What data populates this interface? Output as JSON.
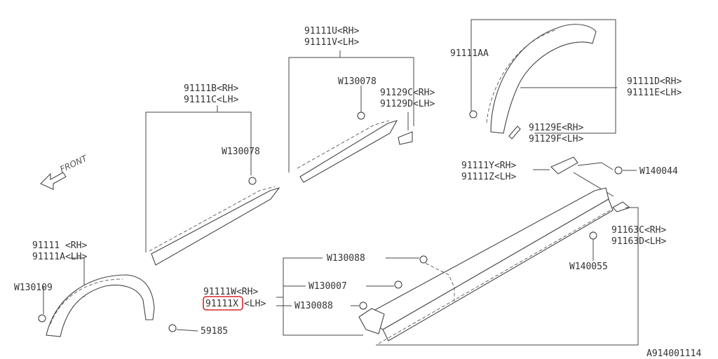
{
  "labels": {
    "p91111U": "91111U<RH>",
    "p91111V": "91111V<LH>",
    "p91111AA": "91111AA",
    "p91111D": "91111D<RH>",
    "p91111E": "91111E<LH>",
    "w130078_top": "W130078",
    "p91129C": "91129C<RH>",
    "p91129D": "91129D<LH>",
    "p91111B": "91111B<RH>",
    "p91111C": "91111C<LH>",
    "w130078_mid": "W130078",
    "p91129E": "91129E<RH>",
    "p91129F": "91129F<LH>",
    "p91111Y": "91111Y<RH>",
    "p91111Z": "91111Z<LH>",
    "w140044": "W140044",
    "front": "FRONT",
    "p91111": "91111  <RH>",
    "p91111A": "91111A<LH>",
    "w130109": "W130109",
    "p59185": "59185",
    "w130088_top": "W130088",
    "p91111W": "91111W<RH>",
    "w130007": "W130007",
    "p91111X": "91111X",
    "p91111X_side": "<LH>",
    "w130088_low": "W130088",
    "p91163C": "91163C<RH>",
    "p91163D": "91163D<LH>",
    "w140055": "W140055",
    "diagram_id": "A914001114"
  },
  "colors": {
    "line": "#444444",
    "text": "#333333",
    "highlight": "#d62828"
  }
}
